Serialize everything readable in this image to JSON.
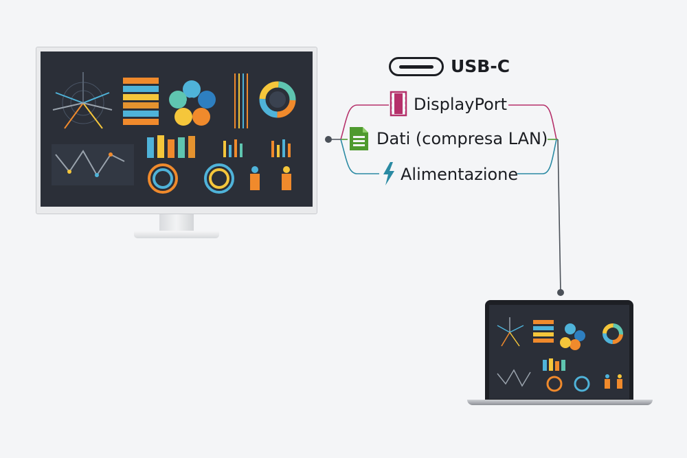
{
  "labels": {
    "usbc": "USB-C",
    "displayport": "DisplayPort",
    "data": "Dati (compresa LAN)",
    "power": "Alimentazione"
  },
  "icons": {
    "displayport": "film-icon",
    "data": "document-icon",
    "power": "lightning-icon"
  },
  "colors": {
    "displayport": "#b5306a",
    "data": "#4f9a2f",
    "power": "#2a8aa3",
    "line": "#4a5058"
  }
}
